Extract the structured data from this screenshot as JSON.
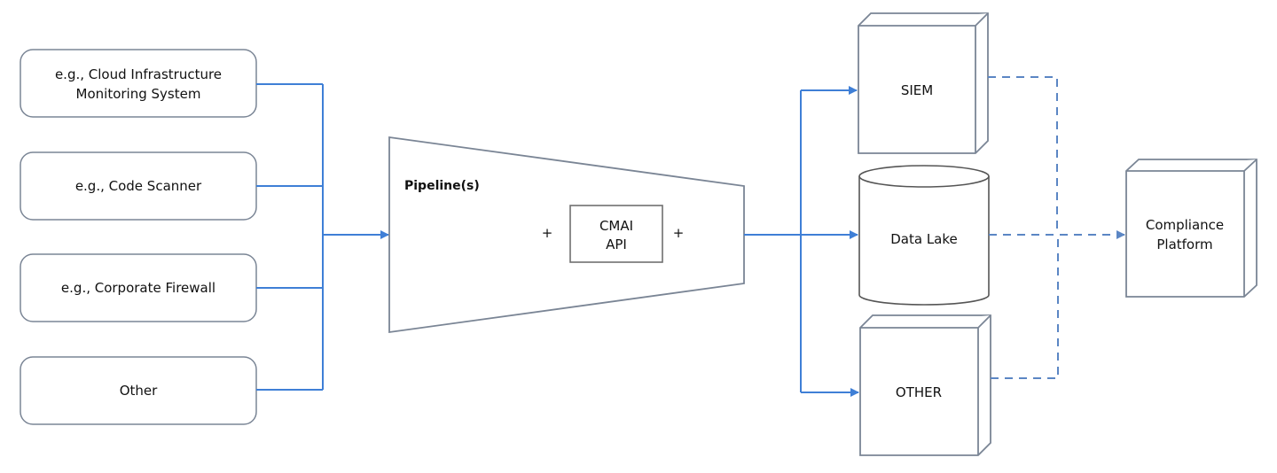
{
  "colors": {
    "accent": "#3f7fd6",
    "dashed": "#5b86c4",
    "shape_stroke": "#7a8595"
  },
  "sources": [
    {
      "line1": "e.g., Cloud Infrastructure",
      "line2": "Monitoring System"
    },
    {
      "line1": "e.g., Code Scanner",
      "line2": ""
    },
    {
      "line1": "e.g., Corporate Firewall",
      "line2": ""
    },
    {
      "line1": "Other",
      "line2": ""
    }
  ],
  "pipeline": {
    "title": "Pipeline(s)",
    "plus_left": "+",
    "plus_right": "+",
    "api_box": {
      "line1": "CMAI",
      "line2": "API"
    }
  },
  "destinations": {
    "siem": "SIEM",
    "data_lake": "Data Lake",
    "other": "OTHER"
  },
  "compliance": {
    "line1": "Compliance",
    "line2": "Platform"
  }
}
